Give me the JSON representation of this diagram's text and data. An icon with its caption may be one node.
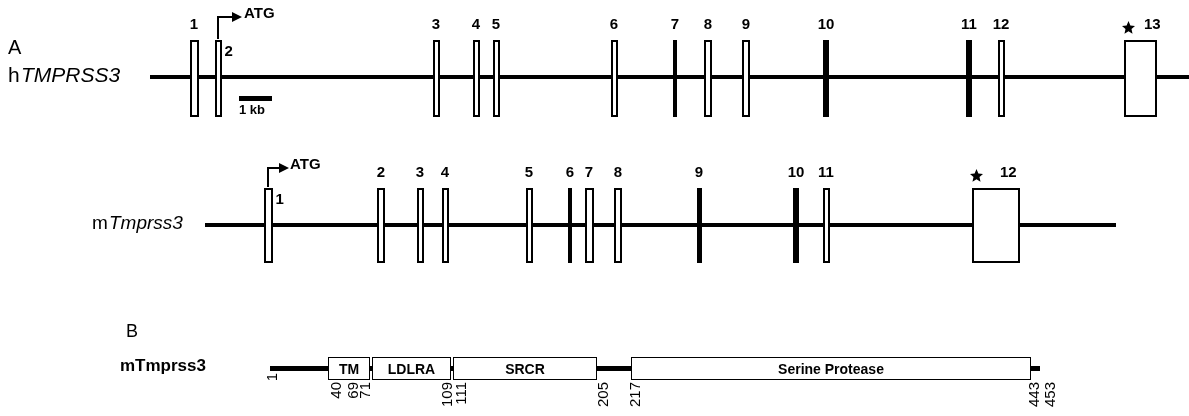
{
  "diagram": {
    "nodes": [
      {
        "text": [
          "1"
        ]
      },
      {
        "text": [
          "2"
        ]
      },
      {
        "text": [
          "3"
        ]
      },
      {
        "text": [
          "4"
        ]
      },
      {
        "text": [
          "5"
        ]
      },
      {
        "text": [
          "6"
        ]
      },
      {
        "text": [
          "7"
        ]
      },
      {
        "text": [
          "8"
        ]
      },
      {
        "text": [
          "9"
        ]
      },
      {
        "text": [
          "10"
        ]
      },
      {
        "text": [
          "11"
        ]
      },
      {
        "text": [
          "12"
        ]
      },
      {
        "text": [
          "13"
        ]
      },
      {
        "text": [
          "1"
        ]
      },
      {
        "text": [
          "2"
        ]
      },
      {
        "text": [
          "3"
        ]
      },
      {
        "text": [
          "4"
        ]
      },
      {
        "text": [
          "5"
        ]
      },
      {
        "text": [
          "6"
        ]
      },
      {
        "text": [
          "7"
        ]
      },
      {
        "text": [
          "8"
        ]
      },
      {
        "text": [
          "9"
        ]
      },
      {
        "text": [
          "10"
        ]
      },
      {
        "text": [
          "11"
        ]
      },
      {
        "text": [
          "12"
        ]
      },
      {
        "text": [
          "TM"
        ]
      },
      {
        "text": [
          "LDLRA"
        ]
      },
      {
        "text": [
          "SRCR"
        ]
      },
      {
        "text": [
          "Serine Protease"
        ]
      }
    ],
    "edges": [],
    "labels": [
      "A",
      "h",
      "TMPRSS3",
      "ATG",
      "1 kb",
      "m",
      "Tmprss3",
      "ATG",
      "B",
      "mTmprss3",
      "1",
      "40",
      "69",
      "71",
      "109",
      "111",
      "205",
      "217",
      "443",
      "453"
    ]
  }
}
